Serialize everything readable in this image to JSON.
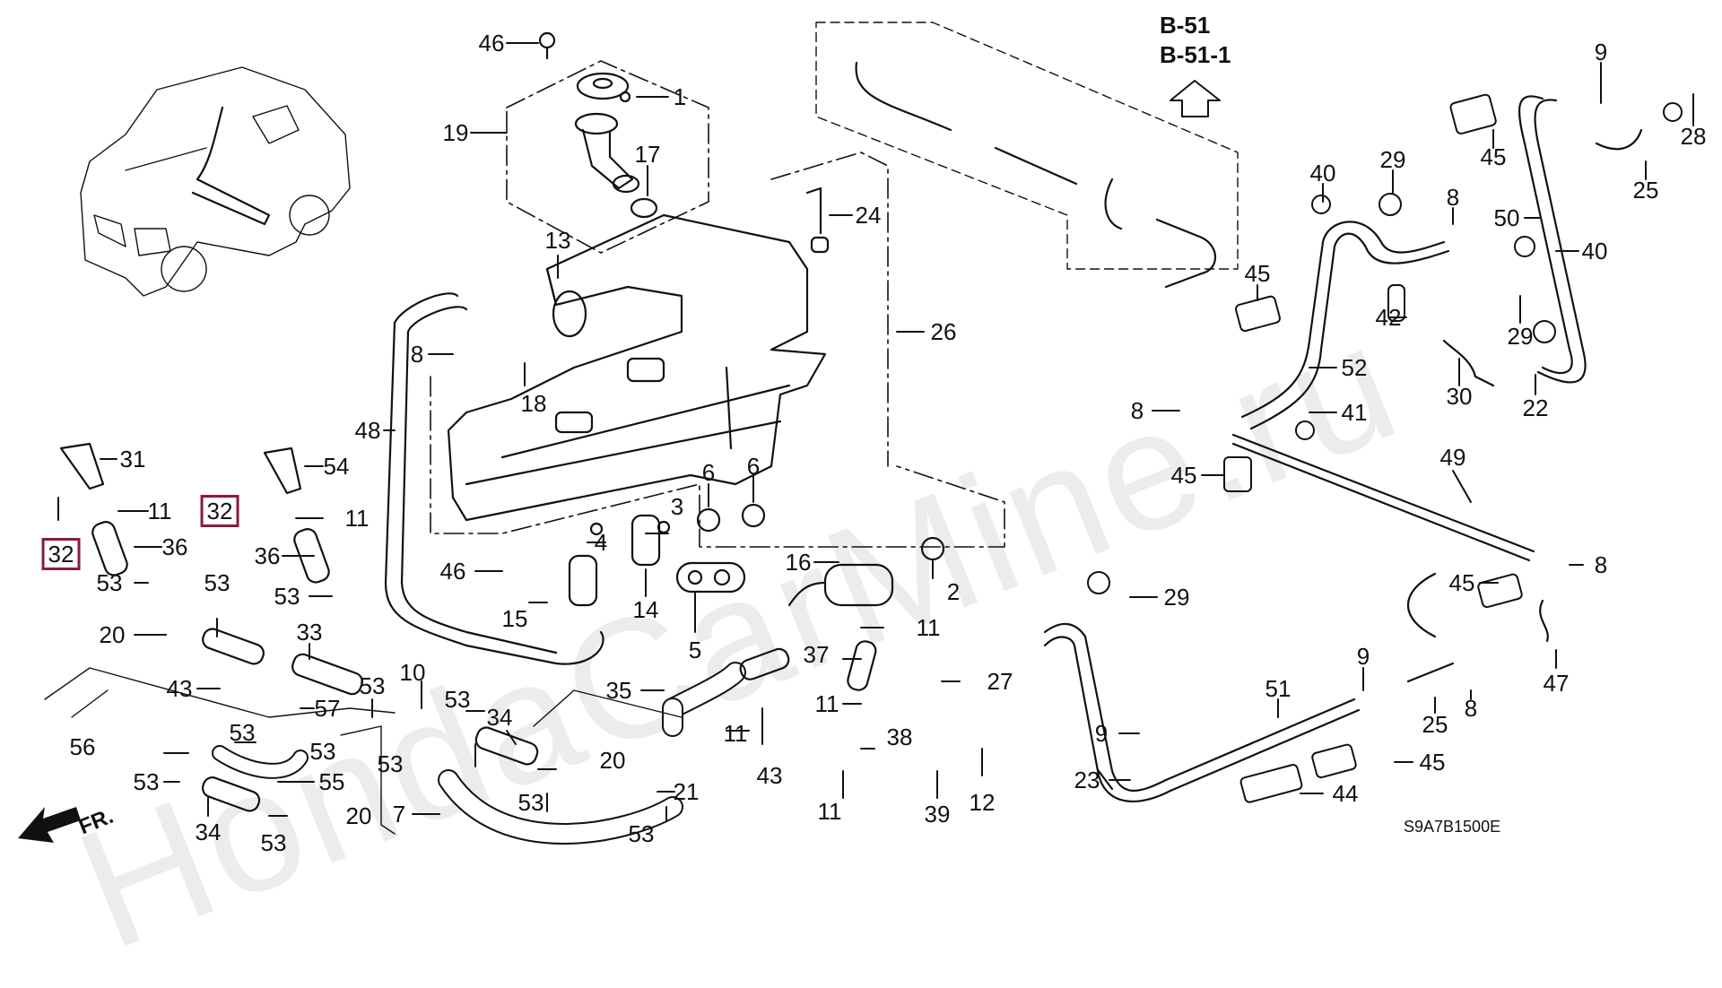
{
  "diagram": {
    "title_refs": [
      "B-51",
      "B-51-1"
    ],
    "diagram_code": "S9A7B1500E",
    "front_indicator": "FR.",
    "watermark": "HondaCarMine.ru",
    "highlight_color": "#8b1a3a",
    "callouts": [
      {
        "id": "c46a",
        "text": "46"
      },
      {
        "id": "c1",
        "text": "1"
      },
      {
        "id": "c19",
        "text": "19"
      },
      {
        "id": "c17",
        "text": "17"
      },
      {
        "id": "c13",
        "text": "13"
      },
      {
        "id": "c24",
        "text": "24"
      },
      {
        "id": "c8a",
        "text": "8"
      },
      {
        "id": "c18",
        "text": "18"
      },
      {
        "id": "c26",
        "text": "26"
      },
      {
        "id": "c48",
        "text": "48"
      },
      {
        "id": "c31",
        "text": "31"
      },
      {
        "id": "c54",
        "text": "54"
      },
      {
        "id": "c32a",
        "text": "32",
        "highlighted": true
      },
      {
        "id": "c32b",
        "text": "32",
        "highlighted": true
      },
      {
        "id": "c11a",
        "text": "11"
      },
      {
        "id": "c11b",
        "text": "11"
      },
      {
        "id": "c36a",
        "text": "36"
      },
      {
        "id": "c36b",
        "text": "36"
      },
      {
        "id": "c53a",
        "text": "53"
      },
      {
        "id": "c53b",
        "text": "53"
      },
      {
        "id": "c53c",
        "text": "53"
      },
      {
        "id": "c20a",
        "text": "20"
      },
      {
        "id": "c33",
        "text": "33"
      },
      {
        "id": "c43a",
        "text": "43"
      },
      {
        "id": "c53d",
        "text": "53"
      },
      {
        "id": "c10",
        "text": "10"
      },
      {
        "id": "c57",
        "text": "57"
      },
      {
        "id": "c53e",
        "text": "53"
      },
      {
        "id": "c56",
        "text": "56"
      },
      {
        "id": "c53f",
        "text": "53"
      },
      {
        "id": "c53g",
        "text": "53"
      },
      {
        "id": "c34a",
        "text": "34"
      },
      {
        "id": "c53h",
        "text": "53"
      },
      {
        "id": "c55",
        "text": "55"
      },
      {
        "id": "c53i",
        "text": "53"
      },
      {
        "id": "c34b",
        "text": "34"
      },
      {
        "id": "c53j",
        "text": "53"
      },
      {
        "id": "c20b",
        "text": "20"
      },
      {
        "id": "c7",
        "text": "7"
      },
      {
        "id": "c53k",
        "text": "53"
      },
      {
        "id": "c20c",
        "text": "20"
      },
      {
        "id": "c53l",
        "text": "53"
      },
      {
        "id": "c21",
        "text": "21"
      },
      {
        "id": "c3",
        "text": "3"
      },
      {
        "id": "c4",
        "text": "4"
      },
      {
        "id": "c46b",
        "text": "46"
      },
      {
        "id": "c15",
        "text": "15"
      },
      {
        "id": "c14",
        "text": "14"
      },
      {
        "id": "c5",
        "text": "5"
      },
      {
        "id": "c6a",
        "text": "6"
      },
      {
        "id": "c6b",
        "text": "6"
      },
      {
        "id": "c16",
        "text": "16"
      },
      {
        "id": "c2",
        "text": "2"
      },
      {
        "id": "c35",
        "text": "35"
      },
      {
        "id": "c11c",
        "text": "11"
      },
      {
        "id": "c37",
        "text": "37"
      },
      {
        "id": "c11d",
        "text": "11"
      },
      {
        "id": "c43b",
        "text": "43"
      },
      {
        "id": "c11e",
        "text": "11"
      },
      {
        "id": "c38",
        "text": "38"
      },
      {
        "id": "c27",
        "text": "27"
      },
      {
        "id": "c12",
        "text": "12"
      },
      {
        "id": "c39",
        "text": "39"
      },
      {
        "id": "c11f",
        "text": "11"
      },
      {
        "id": "c9a",
        "text": "9"
      },
      {
        "id": "c45a",
        "text": "45"
      },
      {
        "id": "c25a",
        "text": "25"
      },
      {
        "id": "c28",
        "text": "28"
      },
      {
        "id": "c40a",
        "text": "40"
      },
      {
        "id": "c29a",
        "text": "29"
      },
      {
        "id": "c8b",
        "text": "8"
      },
      {
        "id": "c50",
        "text": "50"
      },
      {
        "id": "c40b",
        "text": "40"
      },
      {
        "id": "c45b",
        "text": "45"
      },
      {
        "id": "c29b",
        "text": "29"
      },
      {
        "id": "c42",
        "text": "42"
      },
      {
        "id": "c52",
        "text": "52"
      },
      {
        "id": "c30",
        "text": "30"
      },
      {
        "id": "c22",
        "text": "22"
      },
      {
        "id": "c8c",
        "text": "8"
      },
      {
        "id": "c41",
        "text": "41"
      },
      {
        "id": "c45c",
        "text": "45"
      },
      {
        "id": "c49",
        "text": "49"
      },
      {
        "id": "c8d",
        "text": "8"
      },
      {
        "id": "c45d",
        "text": "45"
      },
      {
        "id": "c29c",
        "text": "29"
      },
      {
        "id": "c9b",
        "text": "9"
      },
      {
        "id": "c47",
        "text": "47"
      },
      {
        "id": "c51",
        "text": "51"
      },
      {
        "id": "c25b",
        "text": "25"
      },
      {
        "id": "c8e",
        "text": "8"
      },
      {
        "id": "c9c",
        "text": "9"
      },
      {
        "id": "c45e",
        "text": "45"
      },
      {
        "id": "c23",
        "text": "23"
      },
      {
        "id": "c44",
        "text": "44"
      }
    ]
  }
}
